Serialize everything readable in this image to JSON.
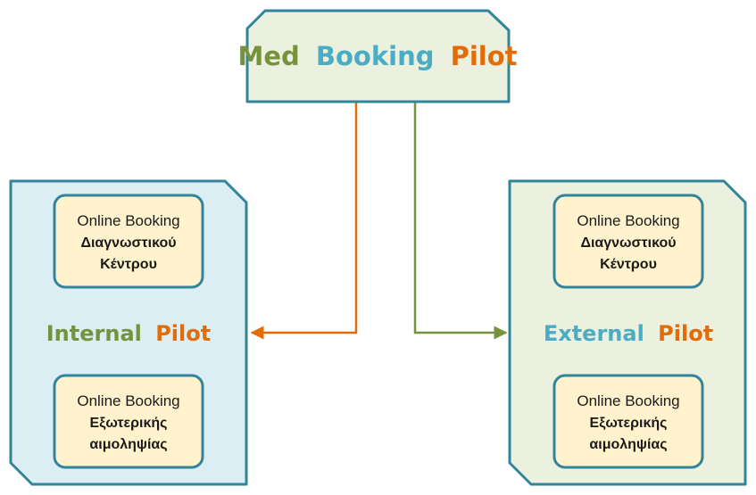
{
  "colors": {
    "green": "#76923c",
    "blue": "#4bacc6",
    "orange": "#e36c09",
    "outline": "#31849b",
    "top_fill": "#ebf1de",
    "internal_fill": "#daeef3",
    "external_fill": "#ebf1de",
    "service_fill": "#fff2cc"
  },
  "top": {
    "word1": "Med",
    "word2": "Booking",
    "word3": "Pilot"
  },
  "internal": {
    "word1": "Internal",
    "word2": "Pilot",
    "service1": {
      "line1": "Online Booking",
      "line2": "Διαγνωστικού",
      "line3": "Κέντρου"
    },
    "service2": {
      "line1": "Online Booking",
      "line2": "Εξωτερικής",
      "line3": "αιμοληψίας"
    }
  },
  "external": {
    "word1": "External",
    "word2": "Pilot",
    "service1": {
      "line1": "Online Booking",
      "line2": "Διαγνωστικού",
      "line3": "Κέντρου"
    },
    "service2": {
      "line1": "Online Booking",
      "line2": "Εξωτερικής",
      "line3": "αιμοληψίας"
    }
  }
}
